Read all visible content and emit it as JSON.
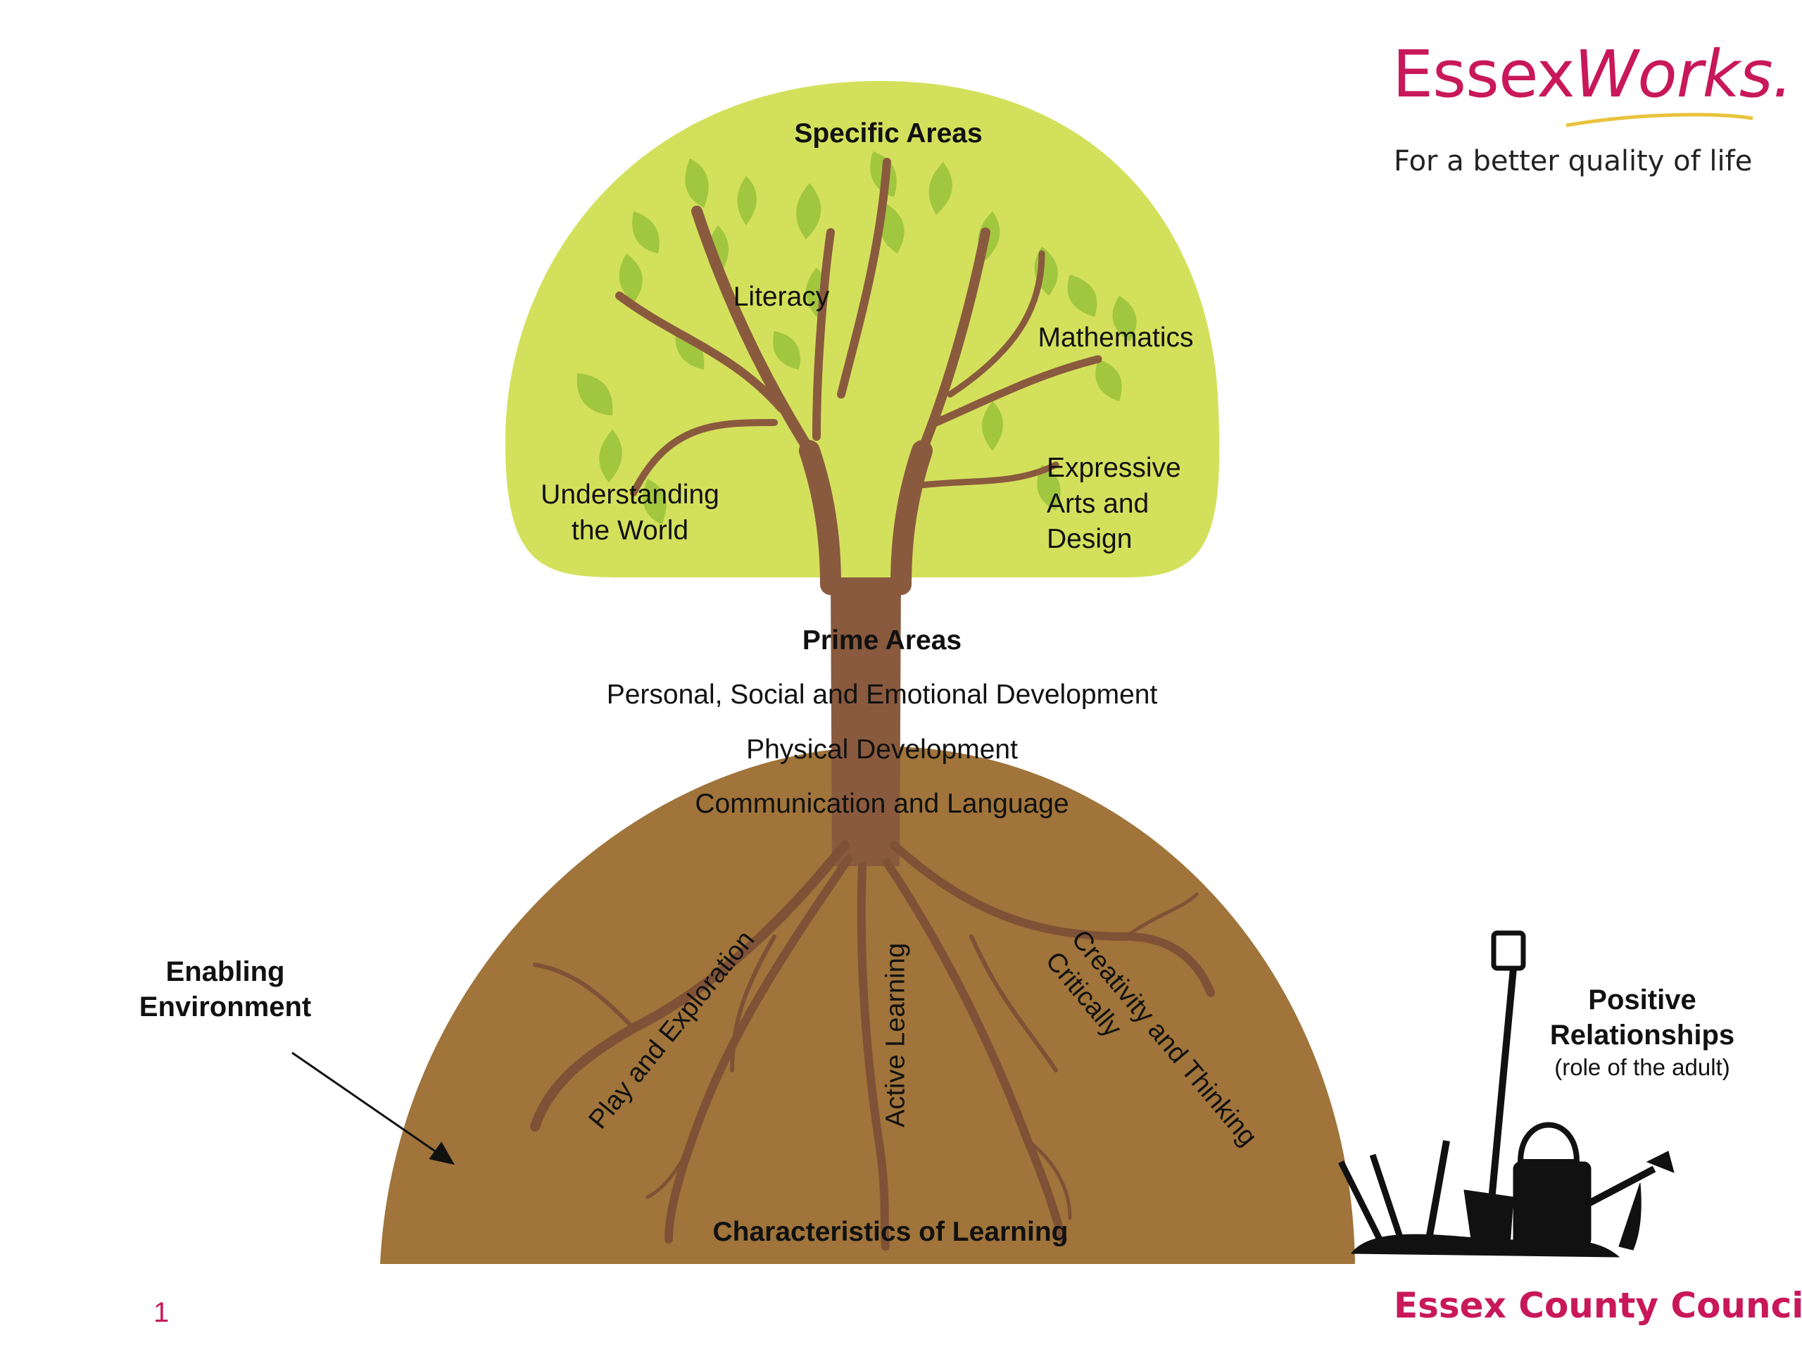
{
  "brand": {
    "logo_main": "Essex",
    "logo_script": "Works.",
    "tagline": "For a better quality of life",
    "council": "Essex County Council",
    "colors": {
      "magenta": "#c8185a",
      "gold": "#e8c33c"
    }
  },
  "page_number": "1",
  "canopy": {
    "title": "Specific Areas",
    "areas": {
      "literacy": "Literacy",
      "mathematics": "Mathematics",
      "understanding_line1": "Understanding",
      "understanding_line2": "the World",
      "expressive_line1": "Expressive",
      "expressive_line2": "Arts and",
      "expressive_line3": "Design"
    }
  },
  "trunk": {
    "title": "Prime Areas",
    "areas": [
      "Personal, Social and Emotional Development",
      "Physical Development",
      "Communication and Language"
    ]
  },
  "roots": {
    "title": "Characteristics of Learning",
    "play": "Play and Exploration",
    "active": "Active Learning",
    "creativity_line1": "Creativity and Thinking",
    "creativity_line2": "Critically"
  },
  "enabling": {
    "line1": "Enabling",
    "line2": "Environment"
  },
  "relationships": {
    "line1": "Positive",
    "line2": "Relationships",
    "line3": "(role of the adult)"
  },
  "colors": {
    "canopy": "#d3e05c",
    "leaf": "#9cc43c",
    "bark": "#8a5a3e",
    "soil": "#a0743a",
    "root": "#7f5237"
  }
}
